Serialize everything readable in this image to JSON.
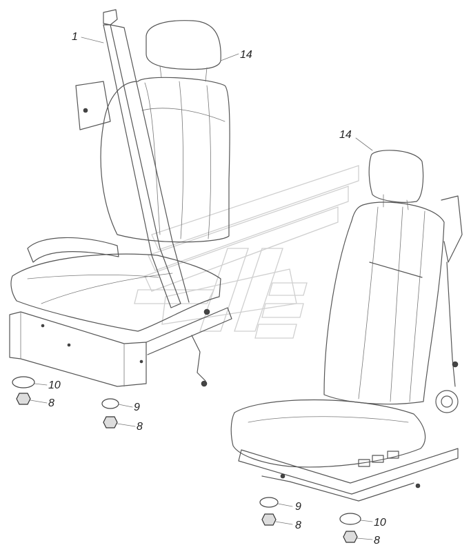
{
  "callouts": {
    "belt": "1",
    "headrest_left": "14",
    "headrest_right": "14",
    "washer_10_left": "10",
    "nut_8_left_a": "8",
    "washer_9_left": "9",
    "nut_8_left_b": "8",
    "washer_9_right": "9",
    "nut_8_right_a": "8",
    "washer_10_right": "10",
    "nut_8_right_b": "8"
  },
  "colors": {
    "line": "#555555",
    "text": "#222222",
    "watermark": "#cfcfcf"
  }
}
